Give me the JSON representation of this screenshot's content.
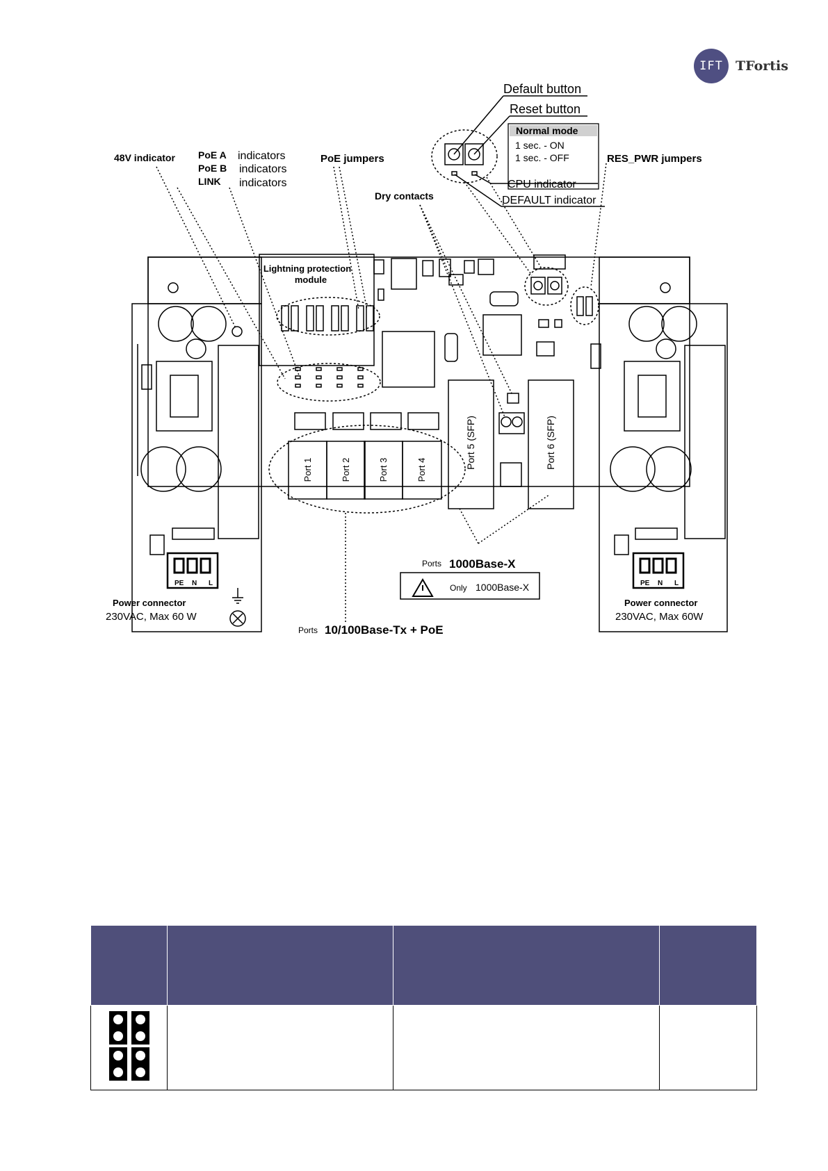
{
  "brand": {
    "logo_text": "IFT",
    "name": "TFortis"
  },
  "labels": {
    "default_button": "Default button",
    "reset_button": "Reset button",
    "normal_mode": "Normal mode",
    "sec_on": "1 sec. - ON",
    "sec_off": "1 sec. - OFF",
    "cpu_indicator": "CPU indicator",
    "default_indicator": "DEFAULT indicator",
    "v48_indicator": "48V  indicator",
    "poe_a": "PoE A",
    "poe_b": "PoE B",
    "link": "LINK",
    "indicators": "indicators",
    "poe_jumpers": "PoE jumpers",
    "dry_contacts": "Dry contacts",
    "res_pwr_jumpers": "RES_PWR jumpers",
    "lightning_1": "Lightning protection",
    "lightning_2": "module",
    "port1": "Port 1",
    "port2": "Port 2",
    "port3": "Port 3",
    "port4": "Port 4",
    "port5": "Port 5 (SFP)",
    "port6": "Port 6 (SFP)",
    "ports_word": "Ports",
    "x1000": "1000Base-X",
    "only_word": "Only",
    "tx_poe": "10/100Base-Tx + PoE",
    "pe": "PE",
    "n": "N",
    "l": "L",
    "power_connector": "Power connector",
    "power_spec": "230VAC, Max 60 W",
    "power_spec_right": "230VAC, Max 60W"
  },
  "table": {
    "headers": [
      "",
      "",
      "",
      ""
    ],
    "row": [
      "",
      "",
      ""
    ]
  }
}
